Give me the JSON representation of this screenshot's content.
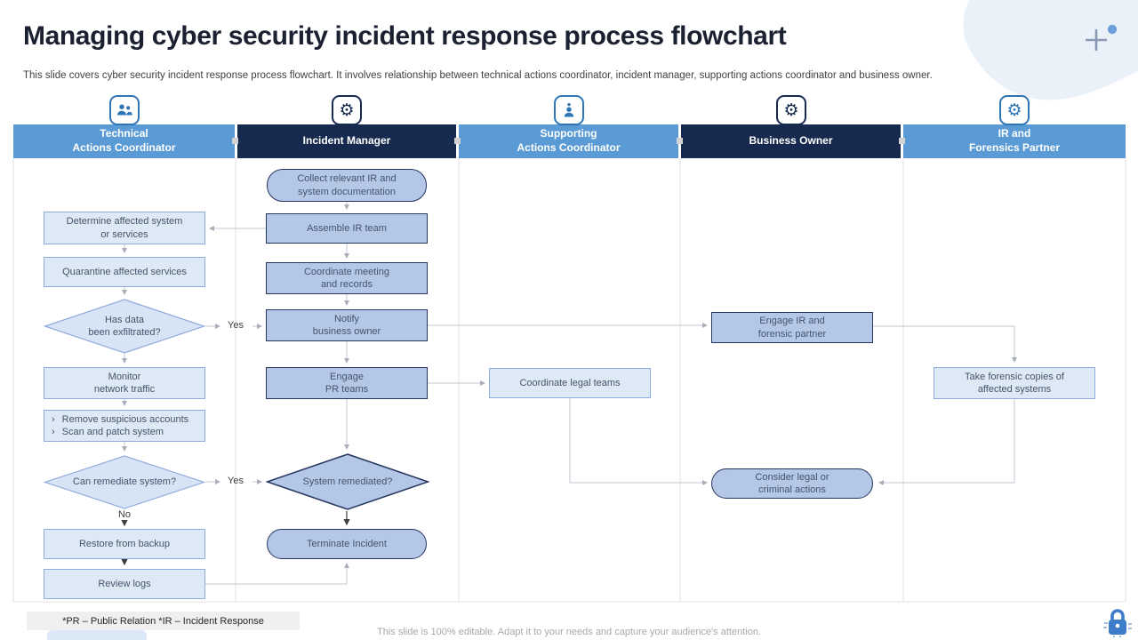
{
  "slide": {
    "title": "Managing cyber security incident response process flowchart",
    "subtitle": "This slide covers cyber security incident response process flowchart. It involves relationship between technical actions coordinator, incident manager, supporting actions coordinator and business owner.",
    "footnote": "*PR – Public Relation *IR – Incident Response",
    "editable_note": "This slide is 100% editable. Adapt it to your needs and capture your audience's attention."
  },
  "colors": {
    "title_color": "#1b2130",
    "header_light": "#5B9BD5",
    "header_dark": "#152A4E",
    "box_light_fill": "#DEE9F6",
    "box_light_border": "#8FAADC",
    "box_medium_fill": "#B4C7E7",
    "box_medium_border": "#25355E",
    "diamond_light_fill": "#D6E4F5"
  },
  "lanes": [
    {
      "label": "Technical\nActions Coordinator",
      "icon": "team-icon",
      "tone": "light"
    },
    {
      "label": "Incident Manager",
      "icon": "gear-icon",
      "tone": "dark"
    },
    {
      "label": "Supporting\nActions Coordinator",
      "icon": "person-idea-icon",
      "tone": "light"
    },
    {
      "label": "Business Owner",
      "icon": "analyst-gear-icon",
      "tone": "dark"
    },
    {
      "label": "IR and\nForensics Partner",
      "icon": "forensics-gear-icon",
      "tone": "light"
    }
  ],
  "nodes": {
    "determine": "Determine affected system\nor services",
    "quarantine": "Quarantine affected services",
    "has_data": "Has data\nbeen exfiltrated?",
    "monitor": "Monitor\nnetwork traffic",
    "bullet_items": [
      "Remove suspicious accounts",
      "Scan and patch system"
    ],
    "can_remediate": "Can remediate system?",
    "restore": "Restore from backup",
    "review_logs": "Review logs",
    "collect_docs": "Collect relevant IR and\nsystem documentation",
    "assemble": "Assemble IR team",
    "coordinate_meeting": "Coordinate meeting\nand records",
    "notify": "Notify\nbusiness owner",
    "engage_pr": "Engage\nPR teams",
    "system_remediated": "System remediated?",
    "terminate": "Terminate Incident",
    "coordinate_legal": "Coordinate legal teams",
    "engage_ir": "Engage IR and\nforensic partner",
    "consider_legal": "Consider legal or\ncriminal actions",
    "take_forensic": "Take forensic copies of\naffected systems"
  },
  "edge_labels": {
    "yes_exfiltrated": "Yes",
    "yes_remediate": "Yes",
    "no_remediate": "No",
    "bullet_marker": "›"
  }
}
